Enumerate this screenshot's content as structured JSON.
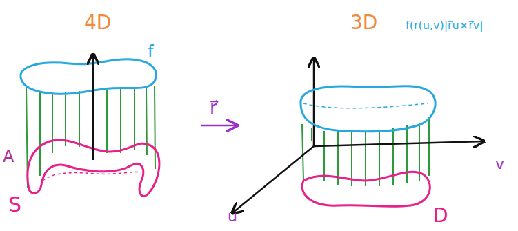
{
  "diagram": {
    "labels": [
      "4D",
      "3D",
      "f",
      "A",
      "S",
      "r⃗",
      "f(r(u,v)|r⃗u×r⃗v|",
      "u",
      "v",
      "D"
    ]
  }
}
